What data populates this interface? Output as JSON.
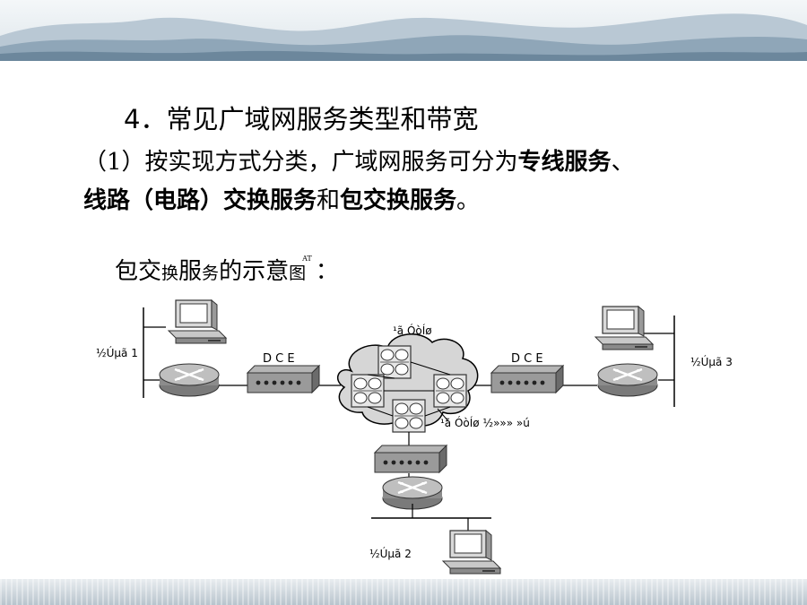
{
  "slide": {
    "title": "4．常见广域网服务类型和带宽",
    "para": {
      "line1_prefix": "（1）按实现方式分类，广域网服务可分为",
      "line1_bold": "专线服务",
      "line1_suffix": "、",
      "line2_bold1": "线路（电路）交换服务",
      "line2_mid": "和",
      "line2_bold2": "包交换服务",
      "line2_suffix": "。"
    },
    "caption": {
      "part1": "包交",
      "part2": "换",
      "part3": "服",
      "part4": "务",
      "part5": "的示意",
      "part6": "图",
      "sup": "AT",
      "part7": "："
    }
  },
  "diagram": {
    "dce_left": "D C E",
    "dce_right": "D C E",
    "cloud_top_label": "¹ã ÓòÍø",
    "cloud_bottom_label": "¹ã ÓòÍø ½»»» »ú",
    "site1": "½Úµã 1",
    "site2": "½Úµã 2",
    "site3": "½Úµã 3"
  }
}
